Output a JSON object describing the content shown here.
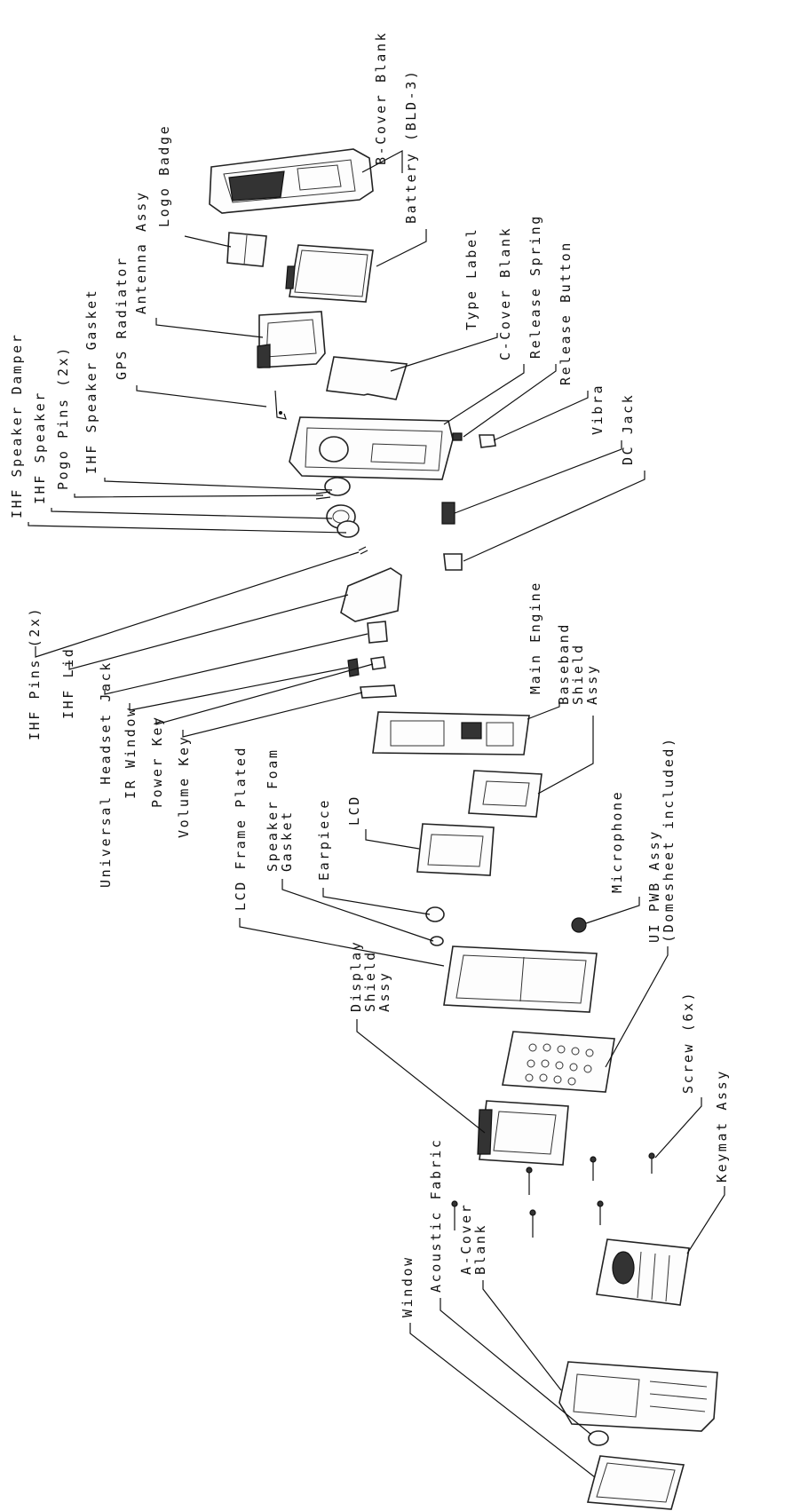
{
  "diagram": {
    "labels": {
      "b_cover_blank": "B-Cover Blank",
      "battery": "Battery (BLD-3)",
      "logo_badge": "Logo Badge",
      "antenna_assy": "Antenna Assy",
      "type_label": "Type Label",
      "gps_radiator": "GPS Radiator",
      "c_cover_blank": "C-Cover Blank",
      "release_spring": "Release Spring",
      "release_button": "Release Button",
      "ihf_speaker_gasket": "IHF Speaker Gasket",
      "pogo_pins": "Pogo Pins (2x)",
      "ihf_speaker": "IHF Speaker",
      "ihf_speaker_damper": "IHF Speaker Damper",
      "vibra": "Vibra",
      "dc_jack": "DC Jack",
      "ihf_pins": "IHF Pins (2x)",
      "ihf_lid": "IHF Lid",
      "universal_headset_jack": "Universal Headset Jack",
      "ir_window": "IR Window",
      "power_key": "Power Key",
      "volume_key": "Volume Key",
      "main_engine": "Main Engine",
      "baseband_shield_1": "Baseband",
      "baseband_shield_2": "Shield",
      "baseband_shield_3": "Assy",
      "lcd_frame_plated": "LCD Frame Plated",
      "speaker_foam_1": "Speaker Foam",
      "speaker_foam_2": "Gasket",
      "earpiece": "Earpiece",
      "lcd": "LCD",
      "microphone": "Microphone",
      "ui_pwb_1": "UI PWB Assy",
      "ui_pwb_2": "(Domesheet included)",
      "display_shield_1": "Display",
      "display_shield_2": "Shield",
      "display_shield_3": "Assy",
      "screw": "Screw (6x)",
      "keymat_assy": "Keymat Assy",
      "a_cover_1": "A-Cover",
      "a_cover_2": "Blank",
      "acoustic_fabric": "Acoustic Fabric",
      "window": "Window"
    }
  }
}
